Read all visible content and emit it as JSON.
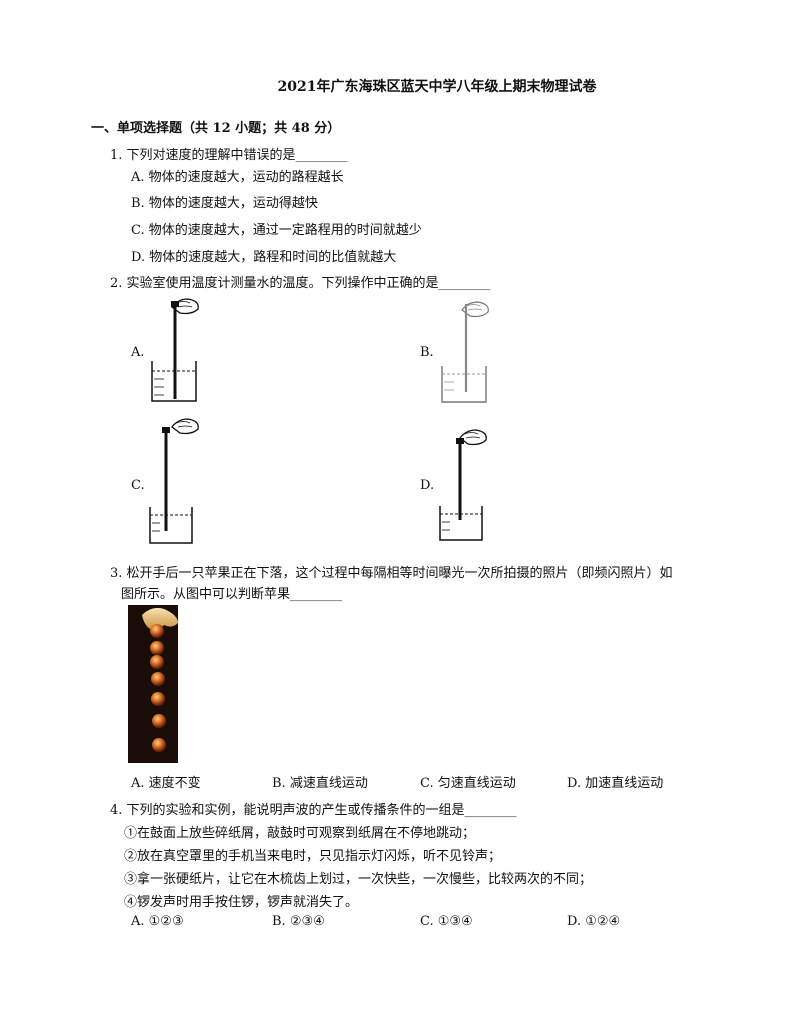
{
  "title": "2021年广东海珠区蓝天中学八年级上期末物理试卷",
  "section": "一、单项选择题（共 12 小题；共 48 分）",
  "q1": {
    "stem": "1. 下列对速度的理解中错误的是________",
    "options": [
      "A. 物体的速度越大，运动的路程越长",
      "B. 物体的速度越大，运动得越快",
      "C. 物体的速度越大，通过一定路程用的时间就越少",
      "D. 物体的速度越大，路程和时间的比值就越大"
    ]
  },
  "q2": {
    "stem": "2. 实验室使用温度计测量水的温度。下列操作中正确的是________",
    "labels": [
      "A.",
      "B.",
      "C.",
      "D."
    ]
  },
  "q3": {
    "stem_line1": "3. 松开手后一只苹果正在下落，这个过程中每隔相等时间曝光一次所拍摄的照片（即频闪照片）如",
    "stem_line2": "图所示。从图中可以判断苹果________",
    "options": [
      "A. 速度不变",
      "B. 减速直线运动",
      "C. 匀速直线运动",
      "D. 加速直线运动"
    ]
  },
  "q4": {
    "stem": "4. 下列的实验和实例，能说明声波的产生或传播条件的一组是________",
    "items": [
      "①在鼓面上放些碎纸屑，敲鼓时可观察到纸屑在不停地跳动；",
      "②放在真空罩里的手机当来电时，只见指示灯闪烁，听不见铃声；",
      "③拿一张硬纸片，让它在木梳齿上划过，一次快些，一次慢些，比较两次的不同；",
      "④锣发声时用手按住锣，锣声就消失了。"
    ],
    "options": [
      "A. ①②③",
      "B. ②③④",
      "C. ①③④",
      "D. ①②④"
    ]
  }
}
